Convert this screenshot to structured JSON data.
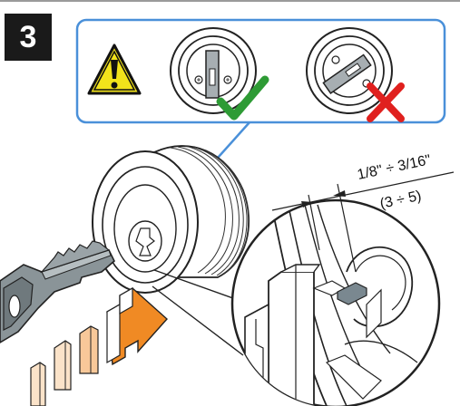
{
  "step": {
    "number": "3"
  },
  "callout": {
    "accent_color": "#4a90d9",
    "correct": {
      "icon": "check-mark-icon",
      "color": "#2e9b35"
    },
    "incorrect": {
      "icon": "x-mark-icon",
      "color": "#e0201e"
    },
    "warning": {
      "icon": "warning-icon",
      "color": "#f2e31b"
    }
  },
  "measurement": {
    "inches": "1/8\" ÷ 3/16\"",
    "millimeters": "(3 ÷ 5)"
  },
  "colors": {
    "key": "#8a9498",
    "arrow": "#f08a24",
    "pin_fill": "#fbe3c9",
    "tab_highlight": "#7a8890"
  }
}
